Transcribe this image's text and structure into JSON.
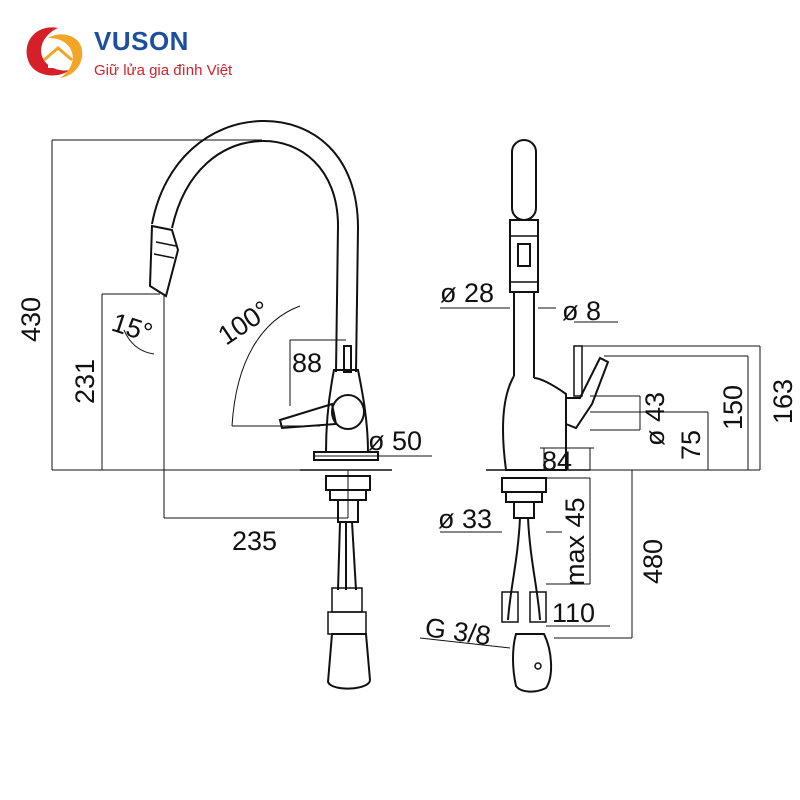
{
  "brand": {
    "name": "VUSON",
    "slogan": "Giữ lửa gia đình Việt",
    "colors": {
      "primary": "#1d4f9f",
      "accent": "#d5202a",
      "secondary": "#f2a527"
    }
  },
  "dimensions": {
    "height_total": "430",
    "height_spout": "231",
    "spout_angle": "15°",
    "swivel_angle": "100°",
    "handle_height": "88",
    "base_diameter": "ø 50",
    "reach": "235",
    "spout_diameter": "ø 28",
    "lever_diameter": "ø 8",
    "side_height_163": "163",
    "side_height_150": "150",
    "body_diameter": "ø 43",
    "body_height_75": "75",
    "side_depth_84": "84",
    "mount_hole_diameter": "ø 33",
    "max_deck_thickness": "max 45",
    "hose_length": "480",
    "side_width_110": "110",
    "connection_thread": "G 3/8"
  }
}
